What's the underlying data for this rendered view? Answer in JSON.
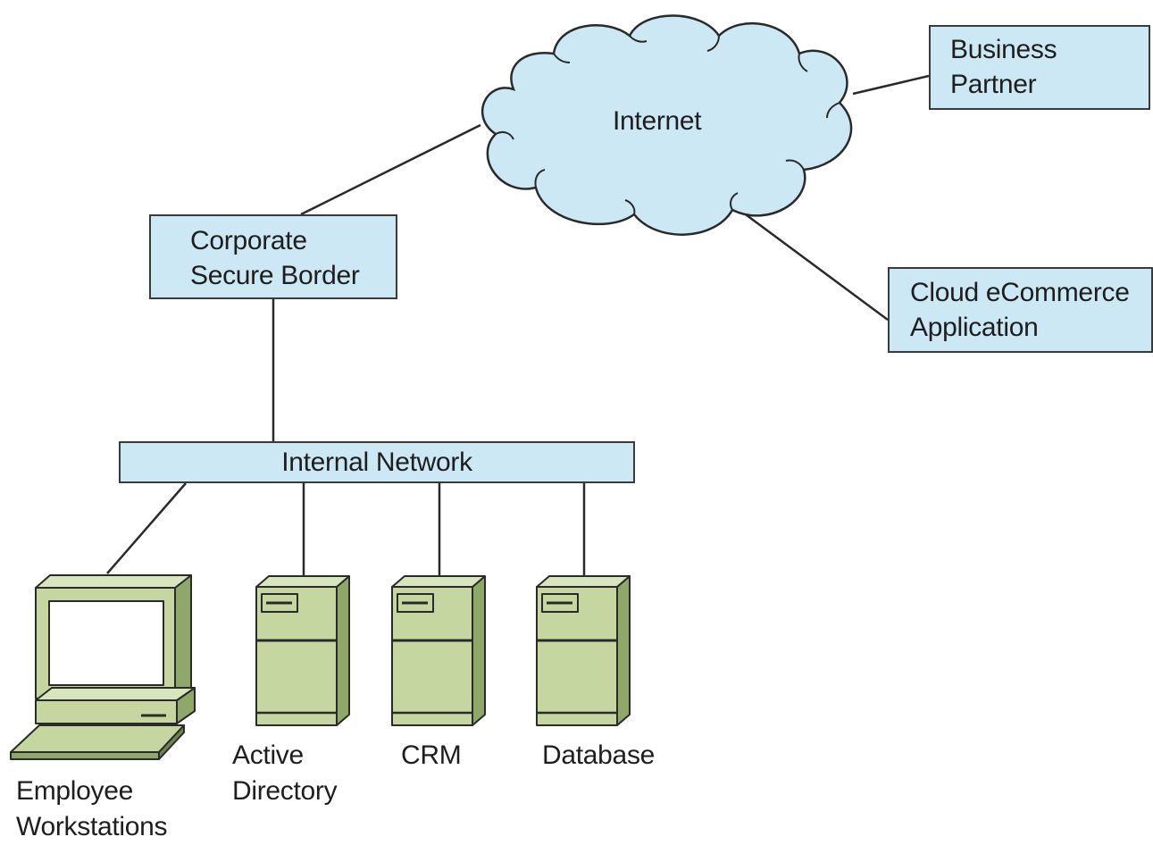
{
  "colors": {
    "box_fill": "#cce8f4",
    "box_border": "#3a3a3a",
    "cloud_fill": "#cce8f4",
    "device_fill": "#c5d6a0",
    "device_side": "#8fa86a",
    "device_dark": "#6d8450",
    "line": "#2a2a2a",
    "screen": "#ffffff"
  },
  "cloud": {
    "label": "Internet",
    "icon": "cloud-icon"
  },
  "boxes": {
    "business_partner": {
      "line1": "Business",
      "line2": "Partner"
    },
    "cloud_ecommerce": {
      "line1": "Cloud eCommerce",
      "line2": "Application"
    },
    "secure_border": {
      "line1": "Corporate",
      "line2": "Secure Border"
    },
    "internal_network": {
      "label": "Internal Network"
    }
  },
  "devices": {
    "workstations": {
      "line1": "Employee",
      "line2": "Workstations",
      "icon": "computer-icon"
    },
    "active_directory": {
      "line1": "Active",
      "line2": "Directory",
      "icon": "server-icon"
    },
    "crm": {
      "label": "CRM",
      "icon": "server-icon"
    },
    "database": {
      "label": "Database",
      "icon": "server-icon"
    }
  }
}
